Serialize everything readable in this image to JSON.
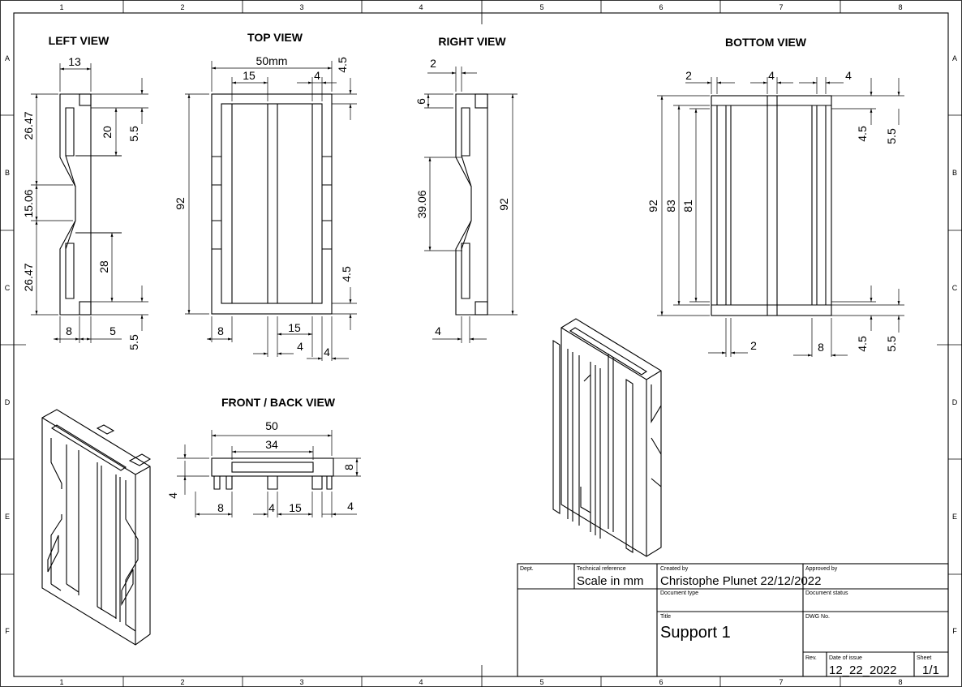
{
  "views": {
    "left": "LEFT VIEW",
    "top": "TOP VIEW",
    "right": "RIGHT VIEW",
    "bottom": "BOTTOM VIEW",
    "front": "FRONT / BACK VIEW"
  },
  "zones": {
    "cols": [
      "1",
      "2",
      "3",
      "4",
      "5",
      "6",
      "7",
      "8"
    ],
    "rows": [
      "A",
      "B",
      "C",
      "D",
      "E",
      "F"
    ]
  },
  "dims": {
    "left": [
      "13",
      "26.47",
      "20",
      "5.5",
      "15.06",
      "28",
      "26.47",
      "8",
      "5",
      "5.5"
    ],
    "top": [
      "50mm",
      "4.5",
      "15",
      "4",
      "92",
      "4.5",
      "8",
      "15",
      "4",
      "4"
    ],
    "right": [
      "2",
      "6",
      "39.06",
      "92",
      "4"
    ],
    "bottom": [
      "2",
      "4",
      "4",
      "92",
      "83",
      "81",
      "4.5",
      "5.5",
      "2",
      "8",
      "4.5",
      "5.5"
    ],
    "front": [
      "50",
      "34",
      "8",
      "4",
      "8",
      "4",
      "15",
      "4"
    ]
  },
  "title_block": {
    "dept_label": "Dept.",
    "tech_ref_label": "Technical reference",
    "tech_ref_value": "Scale in mm",
    "created_by_label": "Created by",
    "created_by_value": "Christophe Plunet 22/12/2022",
    "approved_by_label": "Approved by",
    "doc_type_label": "Document type",
    "doc_status_label": "Document status",
    "title_label": "Title",
    "title_value": "Support 1",
    "dwg_no_label": "DWG No.",
    "rev_label": "Rev.",
    "date_label": "Date of issue",
    "date_value": "12_22_2022",
    "sheet_label": "Sheet",
    "sheet_value": "1/1"
  }
}
